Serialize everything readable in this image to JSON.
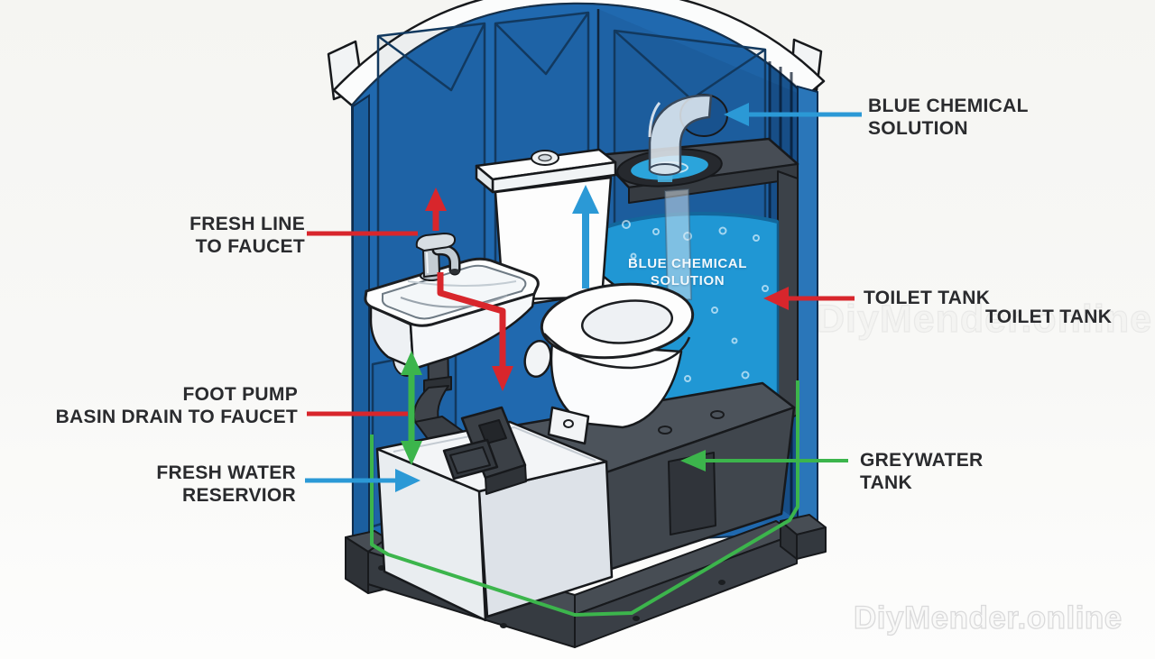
{
  "callouts": {
    "blue_chemical": {
      "line1": "BLUE CHEMICAL",
      "line2": "SOLUTION"
    },
    "fresh_line": {
      "line1": "FRESH LINE",
      "line2": "TO FAUCET"
    },
    "toilet_tank": {
      "text": "TOILET TANK"
    },
    "toilet_tank_duplicate": {
      "text": "TOILET TANK"
    },
    "foot_pump": {
      "line1": "FOOT PUMP",
      "line2": "BASIN DRAIN TO FAUCET"
    },
    "fresh_water_reservoir": {
      "line1": "FRESH WATER",
      "line2": "RESERVIOR"
    },
    "greywater_tank": {
      "line1": "GREYWATER",
      "line2": "TANK"
    }
  },
  "tank_label": {
    "line1": "BLUE CHEMICAL",
    "line2": "SOLUTION"
  },
  "watermark": {
    "text": "DiyMender.online"
  },
  "colors": {
    "cabin_blue": "#2069af",
    "liquid_blue": "#2097d4",
    "arrow_red": "#d8262c",
    "arrow_green": "#3cb54c",
    "arrow_blue": "#2b99d6",
    "dark_grey": "#40464d",
    "fixture_white": "#fdfdfd"
  }
}
